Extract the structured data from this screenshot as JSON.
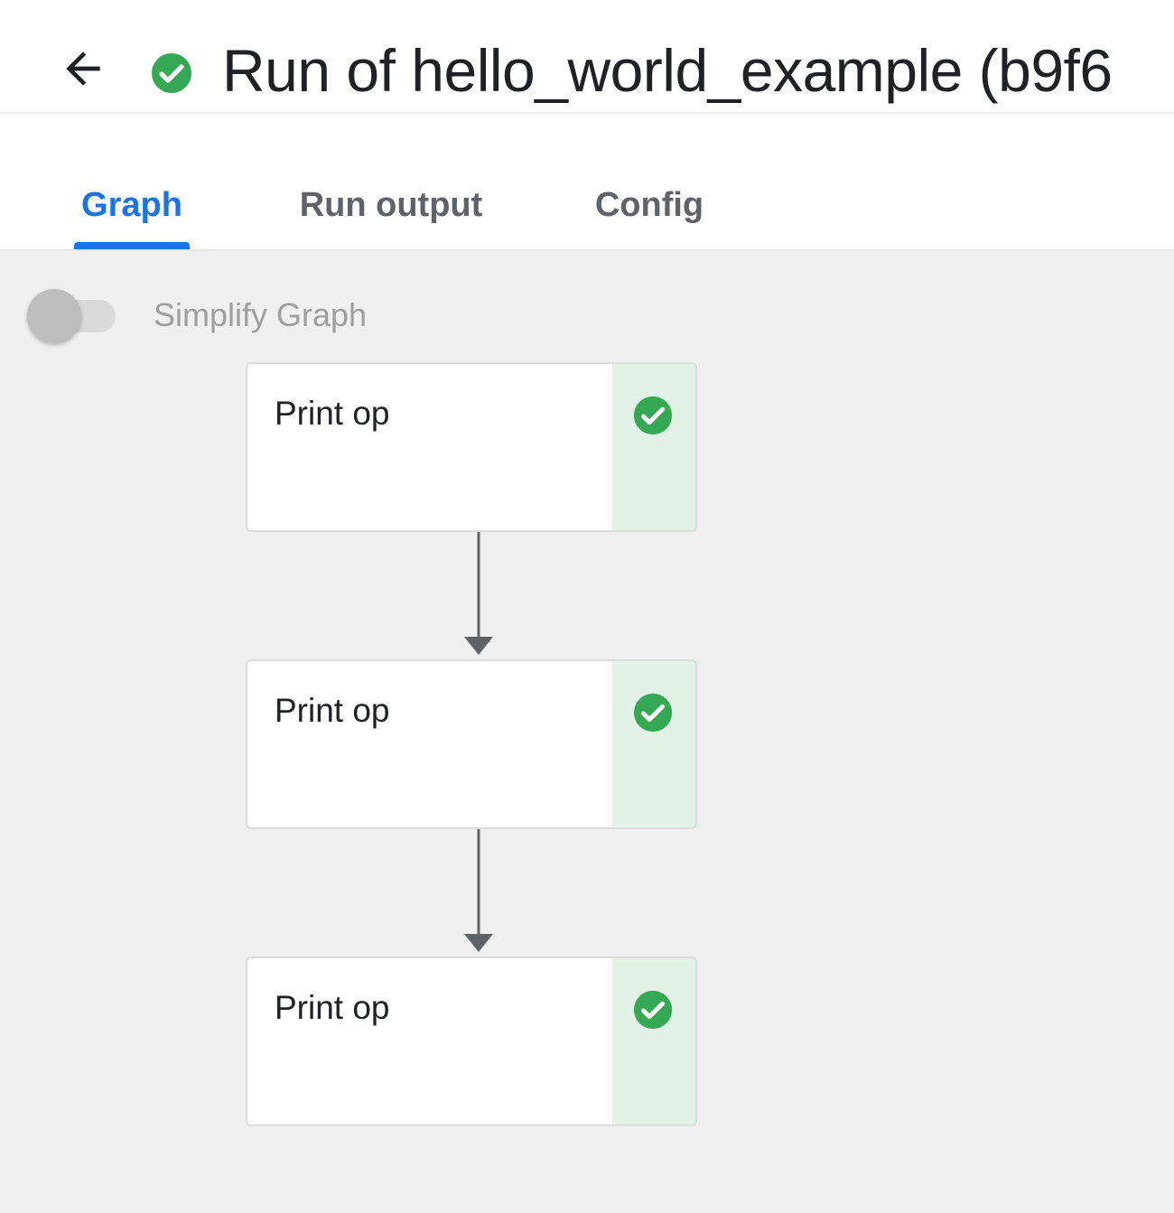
{
  "header": {
    "back_icon": "arrow-left-icon",
    "status_icon": "check-circle-icon",
    "status_color": "#34a853",
    "title": "Run of hello_world_example (b9f6"
  },
  "tabs": [
    {
      "label": "Graph",
      "active": true
    },
    {
      "label": "Run output",
      "active": false
    },
    {
      "label": "Config",
      "active": false
    }
  ],
  "graph": {
    "simplify_toggle": {
      "label": "Simplify Graph",
      "on": false
    },
    "nodes": [
      {
        "label": "Print op",
        "status": "succeeded",
        "status_icon": "check-circle-icon"
      },
      {
        "label": "Print op",
        "status": "succeeded",
        "status_icon": "check-circle-icon"
      },
      {
        "label": "Print op",
        "status": "succeeded",
        "status_icon": "check-circle-icon"
      }
    ]
  },
  "colors": {
    "accent": "#1a73e8",
    "success": "#34a853",
    "success_strip": "#e3f2e6",
    "canvas_bg": "#f0f0f0"
  }
}
